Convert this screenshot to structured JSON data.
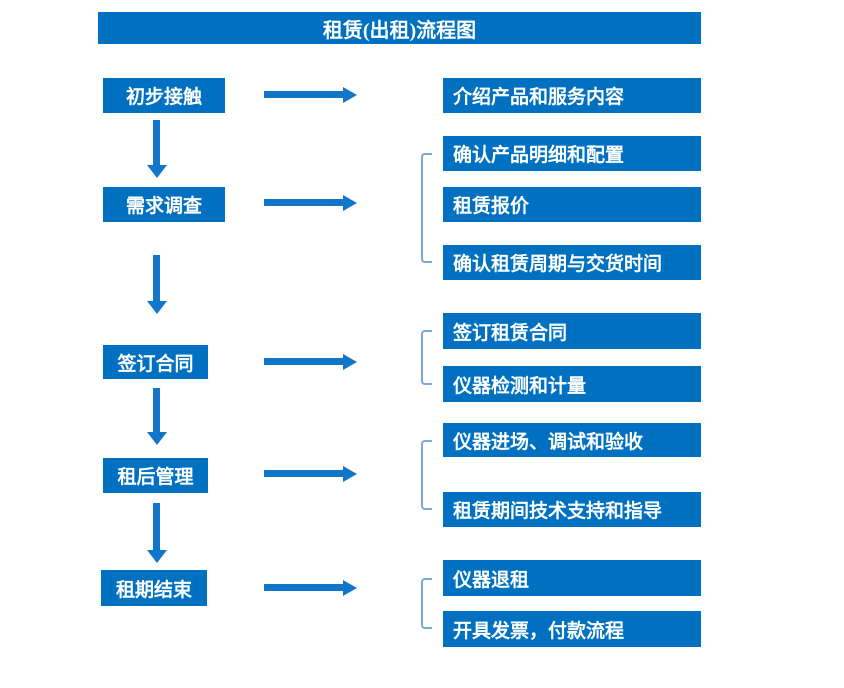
{
  "title": "租赁(出租)流程图",
  "colors": {
    "box_blue": "#0070c0",
    "arrow_blue": "#1176c9",
    "bracket_blue": "#7ba7d9",
    "text": "#ffffff",
    "background": "#ffffff"
  },
  "flow": {
    "steps": [
      {
        "label": "初步接触",
        "details": [
          "介绍产品和服务内容"
        ]
      },
      {
        "label": "需求调查",
        "details": [
          "确认产品明细和配置",
          "租赁报价",
          "确认租赁周期与交货时间"
        ]
      },
      {
        "label": "签订合同",
        "details": [
          "签订租赁合同",
          "仪器检测和计量"
        ]
      },
      {
        "label": "租后管理",
        "details": [
          "仪器进场、调试和验收",
          "租赁期间技术支持和指导"
        ]
      },
      {
        "label": "租期结束",
        "details": [
          "仪器退租",
          "开具发票，付款流程"
        ]
      }
    ]
  }
}
